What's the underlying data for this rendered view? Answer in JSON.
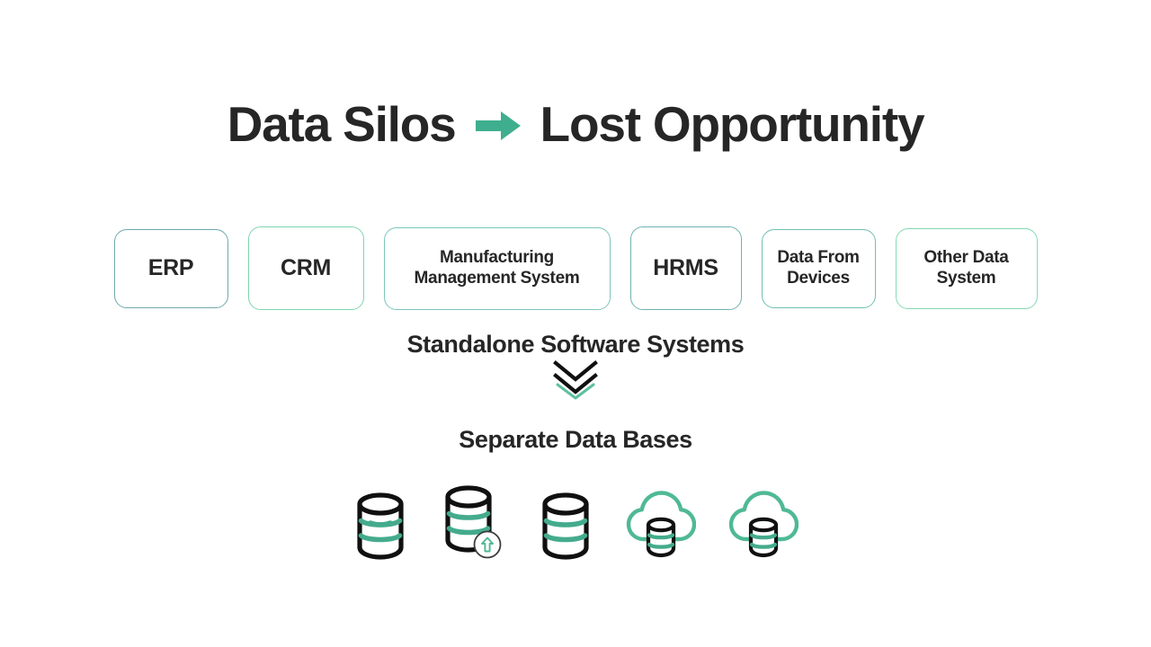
{
  "slide": {
    "background_color": "#ffffff",
    "accent_color": "#3fae8e",
    "text_color": "#262626"
  },
  "title": {
    "left_text": "Data Silos",
    "arrow_icon": "right-arrow-icon",
    "right_text": "Lost Opportunity"
  },
  "systems": {
    "caption": "Standalone Software Systems",
    "boxes": [
      {
        "label": "ERP",
        "border_color": "#6fa9ae"
      },
      {
        "label": "CRM",
        "border_color": "#7ed5ae"
      },
      {
        "label": "Manufacturing Management System",
        "line1": "Manufacturing",
        "line2": "Management System",
        "border_color": "#7cc6bc"
      },
      {
        "label": "HRMS",
        "border_color": "#6fb2ae"
      },
      {
        "label": "Data From Devices",
        "line1": "Data From",
        "line2": "Devices",
        "border_color": "#70bfb2"
      },
      {
        "label": "Other Data System",
        "line1": "Other Data",
        "line2": "System",
        "border_color": "#83dab3"
      }
    ]
  },
  "flow": {
    "chevron_icon": "double-chevron-down-icon",
    "chevron_colors": [
      "#101010",
      "#101010",
      "#5cbf9e"
    ]
  },
  "databases": {
    "caption": "Separate Data Bases",
    "items": [
      {
        "icon": "database-icon",
        "badge": null
      },
      {
        "icon": "database-icon",
        "badge": "upload-arrow-badge-icon"
      },
      {
        "icon": "database-icon",
        "badge": null
      },
      {
        "icon": "cloud-database-icon",
        "badge": null
      },
      {
        "icon": "cloud-database-icon",
        "badge": null
      }
    ],
    "cylinder_outline_color": "#101010",
    "cylinder_band_color": "#44ab8c",
    "cloud_color": "#4fb995"
  }
}
